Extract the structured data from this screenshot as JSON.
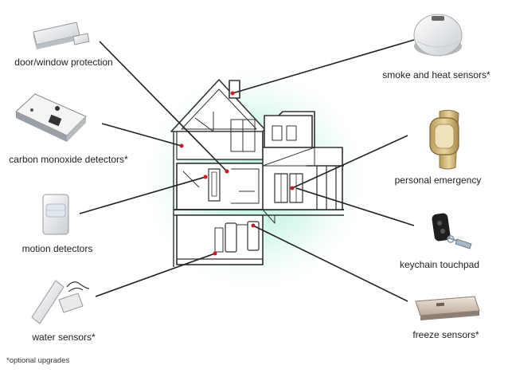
{
  "labels": {
    "door_window": "door/window protection",
    "carbon_monoxide": "carbon monoxide detectors*",
    "motion": "motion detectors",
    "water": "water sensors*",
    "smoke_heat": "smoke and heat sensors*",
    "personal": "personal emergency",
    "keychain": "keychain touchpad",
    "freeze": "freeze sensors*"
  },
  "footnote": "*optional upgrades",
  "icons": {
    "door_window": "door-window-sensor-icon",
    "carbon_monoxide": "carbon-monoxide-detector-icon",
    "motion": "motion-detector-icon",
    "water": "water-sensor-icon",
    "smoke_heat": "smoke-detector-icon",
    "personal": "wristwatch-pendant-icon",
    "keychain": "keychain-remote-icon",
    "freeze": "freeze-sensor-icon"
  },
  "colors": {
    "glow": "#bfeee0",
    "sensor_dot": "#cc1a1a",
    "house_line": "#333333"
  }
}
